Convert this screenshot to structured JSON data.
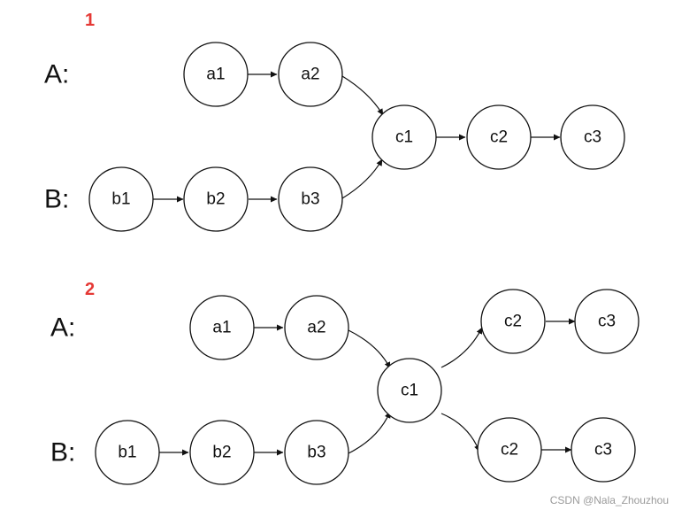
{
  "colors": {
    "section_number": "#e53935",
    "stroke": "#111111",
    "watermark": "#9a9a9a"
  },
  "diagram1": {
    "number": "1",
    "row_a_label": "A:",
    "row_b_label": "B:",
    "nodes": {
      "a1": "a1",
      "a2": "a2",
      "b1": "b1",
      "b2": "b2",
      "b3": "b3",
      "c1": "c1",
      "c2": "c2",
      "c3": "c3"
    }
  },
  "diagram2": {
    "number": "2",
    "row_a_label": "A:",
    "row_b_label": "B:",
    "nodes": {
      "a1": "a1",
      "a2": "a2",
      "b1": "b1",
      "b2": "b2",
      "b3": "b3",
      "c1": "c1",
      "c2_top": "c2",
      "c3_top": "c3",
      "c2_bottom": "c2",
      "c3_bottom": "c3"
    }
  },
  "watermark": "CSDN @Nala_Zhouzhou"
}
